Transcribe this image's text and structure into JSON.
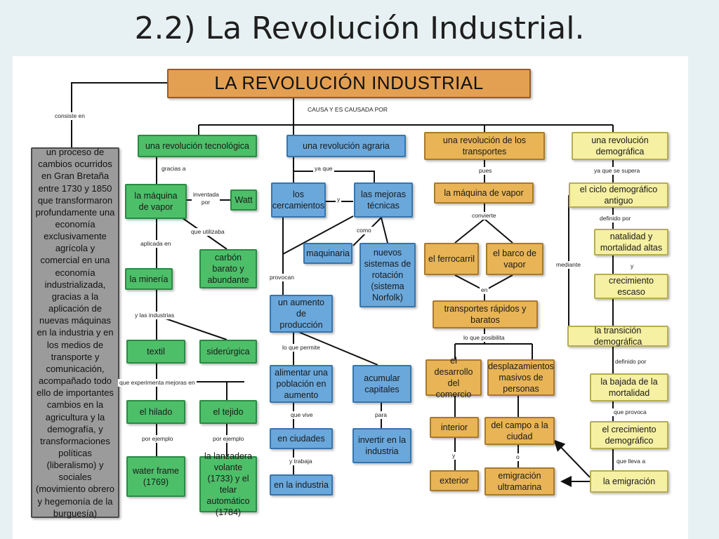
{
  "slide": {
    "title": "2.2) La Revolución Industrial."
  },
  "map": {
    "main": "LA REVOLUCIÓN INDUSTRIAL",
    "cause_label": "CAUSA Y ES CAUSADA POR",
    "consiste_label": "consiste en",
    "definition": "un proceso de cambios ocurridos en Gran Bretaña entre 1730 y 1850 que transformaron profundamente una economía exclusivamente agrícola y comercial en una economía industrializada, gracias a la aplicación de nuevas máquinas en la industria y en los medios de transporte y comunicación, acompañado todo ello de importantes cambios en la agricultura y la demografía, y transformaciones políticas (liberalismo) y sociales (movimiento obrero y hegemonía de la burguesía)",
    "tech": {
      "title": "una revolución tecnológica",
      "gracias": "gracias a",
      "maquina": "la máquina de vapor",
      "inventada": "inventada por",
      "watt": "Watt",
      "utiliza": "que utilizaba",
      "carbon": "carbón barato y abundante",
      "aplicada": "aplicada en",
      "mineria": "la minería",
      "industrias": "y las industrias",
      "textil": "textil",
      "siderurgica": "siderúrgica",
      "mejoras": "que experimenta mejoras en",
      "hilado": "el hilado",
      "tejido": "el tejido",
      "ejemplo1": "por ejemplo",
      "ejemplo2": "por ejemplo",
      "water": "water frame (1769)",
      "lanzadera": "la lanzadera volante (1733) y el telar automático (1784)"
    },
    "agri": {
      "title": "una revolución agraria",
      "ya_que": "ya que",
      "cercamientos": "los cercamientos",
      "y": "y",
      "mejoras": "las mejoras técnicas",
      "como": "como",
      "maquinaria": "maquinaria",
      "sistemas": "nuevos sistemas de rotación (sistema Norfolk)",
      "provocan": "provocan",
      "aumento": "un aumento de producción",
      "permite": "lo que permite",
      "alimentar": "alimentar una población en aumento",
      "acumular": "acumular capitales",
      "vive": "que vive",
      "para": "para",
      "ciudades": "en ciudades",
      "invertir": "invertir en la industria",
      "trabaja": "y trabaja",
      "industria": "en la industria"
    },
    "trans": {
      "title": "una revolución de los transportes",
      "pues": "pues",
      "maquina": "la máquina de vapor",
      "convierte": "convierte",
      "ferrocarril": "el ferrocarril",
      "barco": "el barco de vapor",
      "en": "en",
      "rapidos": "transportes rápidos y baratos",
      "posibilita": "lo que posibilita",
      "comercio": "el desarrollo del comercio",
      "desplazamientos": "desplazamientos masivos de personas",
      "y": "y",
      "o": "o",
      "interior": "interior",
      "exterior": "exterior",
      "campo": "del campo a la ciudad",
      "emigracion": "emigración ultramarina"
    },
    "demo": {
      "title": "una revolución demográfica",
      "supera": "ya que se supera",
      "ciclo": "el ciclo demográfico antiguo",
      "definido1": "definido por",
      "natalidad": "natalidad y mortalidad altas",
      "y": "y",
      "crecimiento_escaso": "crecimiento escaso",
      "mediante": "mediante",
      "transicion": "la transición demográfica",
      "definido2": "definido por",
      "bajada": "la bajada de la mortalidad",
      "provoca": "que provoca",
      "crecimiento": "el crecimiento demográfico",
      "lleva": "que lleva a",
      "emigracion": "la emigración"
    }
  }
}
